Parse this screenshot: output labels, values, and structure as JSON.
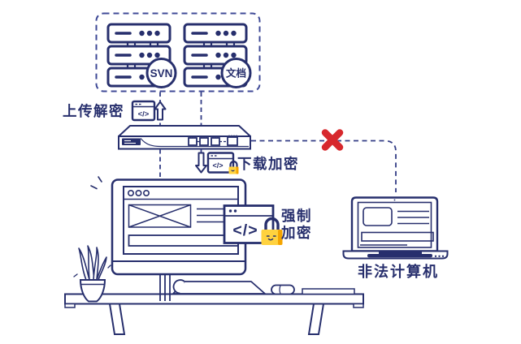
{
  "colors": {
    "ink": "#272f6d",
    "ink_dashed_box": "#3f4a97",
    "connector": "#323c85",
    "red_cross": "#d7282d",
    "lock_yellow": "#ffd23f",
    "lock_shadow": "#f5a400",
    "background": "#ffffff"
  },
  "server_room": {
    "badges": [
      {
        "label": "SVN"
      },
      {
        "label": "文档"
      }
    ]
  },
  "flows": {
    "upload_label": "上传解密",
    "download_label": "下载加密",
    "force_encrypt_line1": "强制",
    "force_encrypt_line2": "加密"
  },
  "devices": {
    "illegal_computer_label": "非法计算机"
  },
  "glyphs": {
    "code": "</>"
  }
}
